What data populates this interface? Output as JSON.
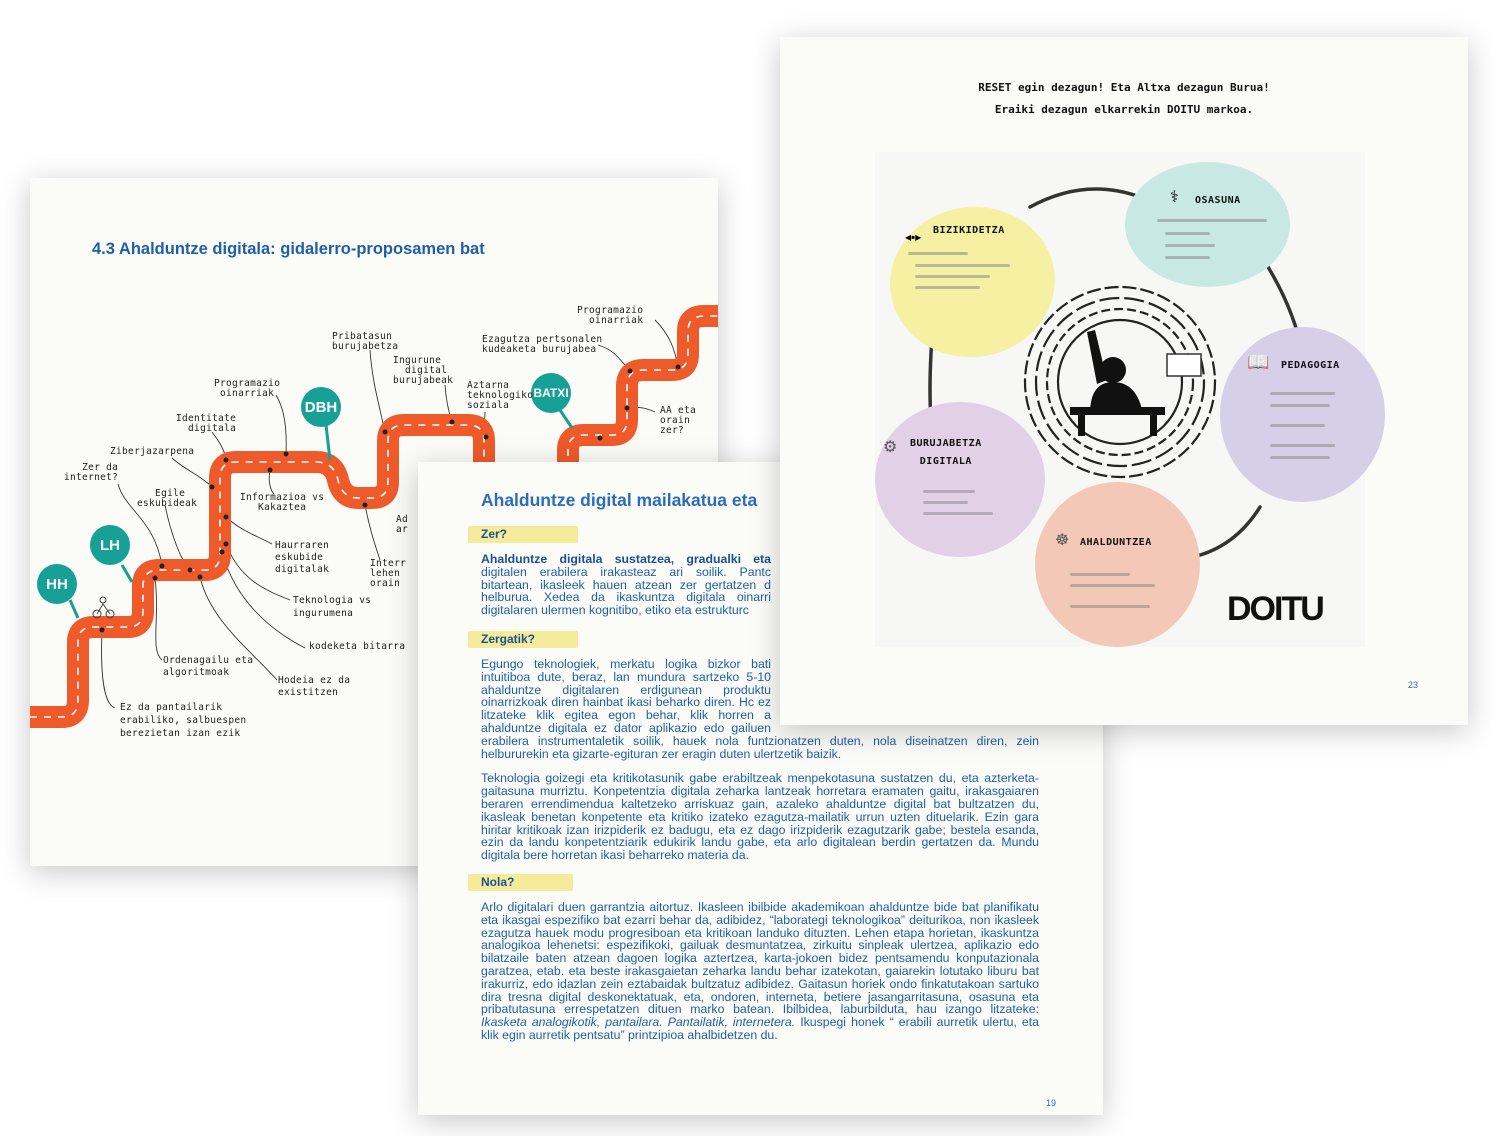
{
  "page_roadmap": {
    "title": "4.3 Ahalduntze digitala: gidalerro-proposamen bat",
    "badges": [
      "HH",
      "LH",
      "DBH",
      "BATXI"
    ],
    "labels": {
      "zer_da_internet": "Zer da\ninternet?",
      "ziberjazarpena": "Ziberjazarpena",
      "identitate": "Identitate\n  digitala",
      "programazio1": "Programazio\n oinarriak",
      "pribatasun": "Pribatasun\nburujabetza",
      "ingurune": "Ingurune\n  digital\nburujabeak",
      "aztarna": "Aztarna\nteknologiko\nsoziala",
      "ezagutza": "Ezagutza pertsonalen\nkudeaketa burujabea",
      "programazio2": "Programazio\n  oinarriak",
      "aa_eta": "AA eta\norain\nzer?",
      "egile": "   Egile\neskubideak",
      "informazioa": "Informazioa vs\n   Kakaztea",
      "haurraren": "Haurraren\neskubide\ndigitalak",
      "teknologia": "Teknologia vs\ningurumena",
      "kodeketa": "kodeketa bitarra",
      "ordenagailu": "Ordenagailu eta\nalgoritmoak",
      "hodeia": "Hodeia ez da\nexistitzen",
      "pantailarik": "Ez da pantailarik\nerabiliko, salbuespen\nberezietan izan ezik",
      "ad_partial": "Ad\nar",
      "interr_partial": "Interr\nlehen\norain"
    },
    "colors": {
      "road": "#ef5a2a",
      "badge": "#16a096"
    }
  },
  "page_19": {
    "title": "Ahalduntze digital mailakatua eta",
    "sections": [
      {
        "heading": "Zer?",
        "lead_bold": "Ahalduntze digitala sustatzea, gradualki eta",
        "text": "digitalen erabilera irakasteaz ari soilik. Pantc bitartean, ikasleek hauen atzean zer gertatzen d helburua. Xedea da ikaskuntza digitala oinarri digitalaren ulermen kognitibo, etiko eta estrukturc"
      },
      {
        "heading": "Zergatik?",
        "text": "Egungo teknologiek, merkatu logika bizkor bati intuitiboa dute, beraz, lan mundura sartzeko 5-10 ahalduntze digitalaren erdigunean produktu oinarrizkoak diren hainbat ikasi beharko diren. Hc ez litzateke klik egitea egon behar, klik horren a ahalduntze digitala ez dator aplikazio edo gailuen erabilera instrumentaletik soilik, hauek nola funtzionatzen duten, nola diseinatzen diren, zein helbururekin eta gizarte-egituran zer eragin duten ulertzetik baizik.",
        "text2": "Teknologia goizegi eta kritikotasunik gabe erabiltzeak menpekotasuna sustatzen du, eta azterketa-gaitasuna murriztu. Konpetentzia digitala zeharka lantzeak horretara eramaten gaitu, irakasgaiaren beraren errendimendua kaltetzeko arriskuaz gain, azaleko ahalduntze digital bat bultzatzen du, ikasleak benetan konpetente eta kritiko izateko ezagutza-mailatik urrun uzten dituelarik. Ezin gara hiritar kritikoak izan irizpiderik ez badugu, eta ez dago irizpiderik ezagutzarik gabe; bestela esanda, ezin da landu konpetentziarik edukirik landu gabe, eta arlo digitalean berdin gertatzen da. Mundu digitala bere horretan ikasi beharreko materia da."
      },
      {
        "heading": "Nola?",
        "text": "Arlo digitalari duen garrantzia aitortuz. Ikasleen ibilbide akademikoan ahalduntze bide bat planifikatu eta ikasgai espezifiko bat ezarri behar da, adibidez, “laborategi teknologikoa” deiturikoa, non ikasleek ezagutza hauek modu progresiboan eta kritikoan landuko dituzten. Lehen etapa horietan, ikaskuntza analogikoa lehenetsi: espezifikoki, gailuak desmuntatzea, zirkuitu sinpleak ulertzea, aplikazio edo bilatzaile baten atzean dagoen logika aztertzea, karta-jokoen bidez pentsamendu konputazionala garatzea, etab. eta beste irakasgaietan zeharka landu behar izatekotan, gaiarekin lotutako liburu bat irakurriz, edo idazlan zein eztabaidak bultzatuz adibidez. Gaitasun horiek ondo finkatutakoan sartuko dira tresna digital deskonektatuak, eta, ondoren, interneta, betiere jasangarritasuna, osasuna eta pribatutasuna errespetatzen dituen marko batean. Ibilbidea, laburbilduta, hau izango litzateke:",
        "italic": "Ikasketa analogikotik, pantailara. Pantailatik, internetera.",
        "tail": "Ikuspegi honek “ erabili aurretik ulertu, eta klik egin aurretik pentsatu” printzipioa ahalbidetzen du."
      }
    ],
    "page_number": "19",
    "colors": {
      "text": "#1f5fa8",
      "highlight": "#f4ec9a"
    }
  },
  "page_23": {
    "header_line1": "RESET egin dezagun! Eta Altxa dezagun Burua!",
    "header_line2": "Eraiki dezagun elkarrekin DOITU markoa.",
    "pillars": [
      {
        "title": "BIZIKIDETZA",
        "icon": "arrows-icon",
        "color": "#f5f0a2"
      },
      {
        "title": "OSASUNA",
        "icon": "stethoscope-icon",
        "color": "#c8e8e4"
      },
      {
        "title": "PEDAGOGIA",
        "icon": "book-icon",
        "color": "#d5d0e8"
      },
      {
        "title": "AHALDUNTZEA",
        "icon": "brain-icon",
        "color": "#f4c8b6"
      },
      {
        "title": "BURUJABETZA\nDIGITALA",
        "icon": "gears-icon",
        "color": "#e2d0e6"
      }
    ],
    "logo": "DOITU",
    "page_number": "23"
  }
}
